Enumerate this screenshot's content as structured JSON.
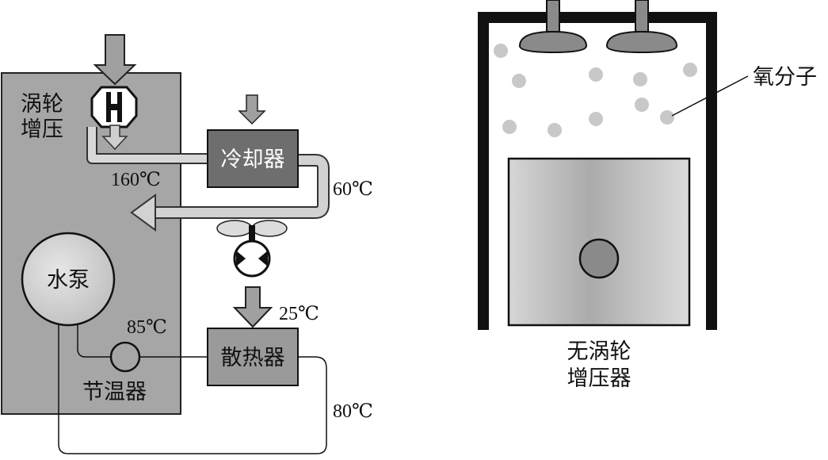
{
  "left_diagram": {
    "turbo_label_line1": "涡轮",
    "turbo_label_line2": "增压",
    "cooler_label": "冷却器",
    "temp_cooler_in": "160℃",
    "temp_cooler_out": "60℃",
    "pump_label": "水泵",
    "temp_fan_out": "25℃",
    "temp_thermostat": "85℃",
    "radiator_label": "散热器",
    "thermostat_label": "节温器",
    "temp_return": "80℃"
  },
  "right_diagram": {
    "oxygen_label": "氧分子",
    "caption_line1": "无涡轮",
    "caption_line2": "增压器"
  },
  "colors": {
    "engine_block": "#a6a6a6",
    "cooler_box": "#6e6e6e",
    "radiator_box": "#9a9a9a",
    "arrow_gray": "#a0a0a0",
    "pipe_light": "#cfcfcf",
    "cylinder_wall": "#111111",
    "molecule": "#c8c8c8"
  }
}
